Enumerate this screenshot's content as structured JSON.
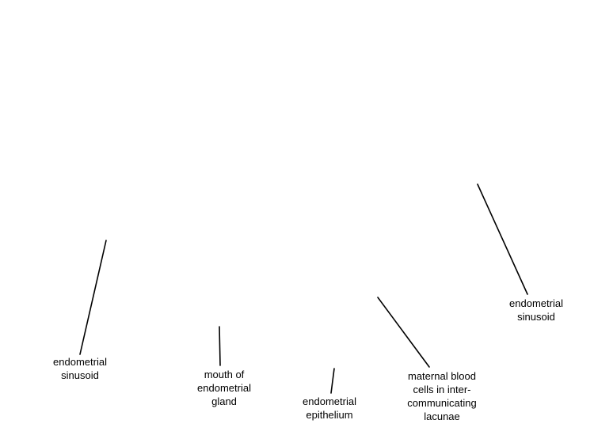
{
  "labels": {
    "sinusoid_left": [
      "endometrial",
      "sinusoid"
    ],
    "gland_mouth": [
      "mouth of",
      "endometrial",
      "gland"
    ],
    "epithelium": [
      "endometrial",
      "epithelium"
    ],
    "maternal_blood": [
      "maternal blood",
      "cells in inter-",
      "communicating",
      "lacunae"
    ],
    "sinusoid_right": [
      "endometrial",
      "sinusoid"
    ]
  }
}
